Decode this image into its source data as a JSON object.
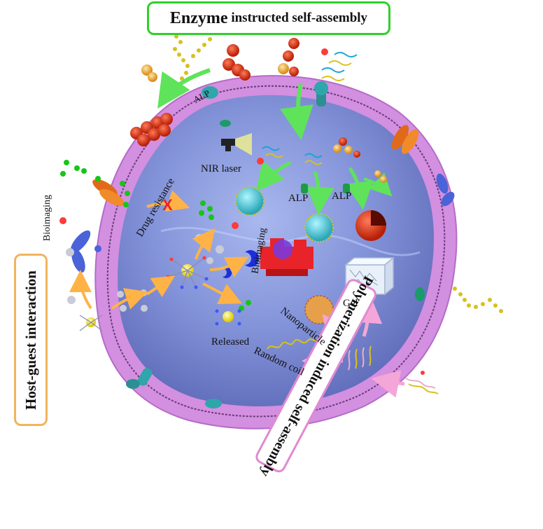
{
  "titles": {
    "enzyme_word": "Enzyme",
    "enzyme_rest": " instructed self-assembly",
    "host_guest": "Host-guest interaction",
    "polymerization": "Polymerization induced self-assembly"
  },
  "labels": {
    "alp_top": "ALP",
    "alp_mid": "ALP",
    "alp_right": "ALP",
    "nir_laser": "NIR laser",
    "drug_resistance": "Drug resistance",
    "bioimaging_left": "Bioimaging",
    "bioimaging_center": "Bioimaging",
    "released": "Released",
    "gel": "Gel",
    "nanoparticle": "Nanoparticle",
    "random_coil": "Random coil",
    "blocked_mark": "X"
  },
  "colors": {
    "enzyme_border": "#2fd02a",
    "host_border": "#f2b45c",
    "poly_border": "#e08ad0",
    "membrane": "#d38fe0",
    "cytoplasm": "#7f8fd6",
    "arrow_green": "#5fe35a",
    "arrow_orange": "#ffb347",
    "arrow_pink": "#f4a6d8"
  }
}
